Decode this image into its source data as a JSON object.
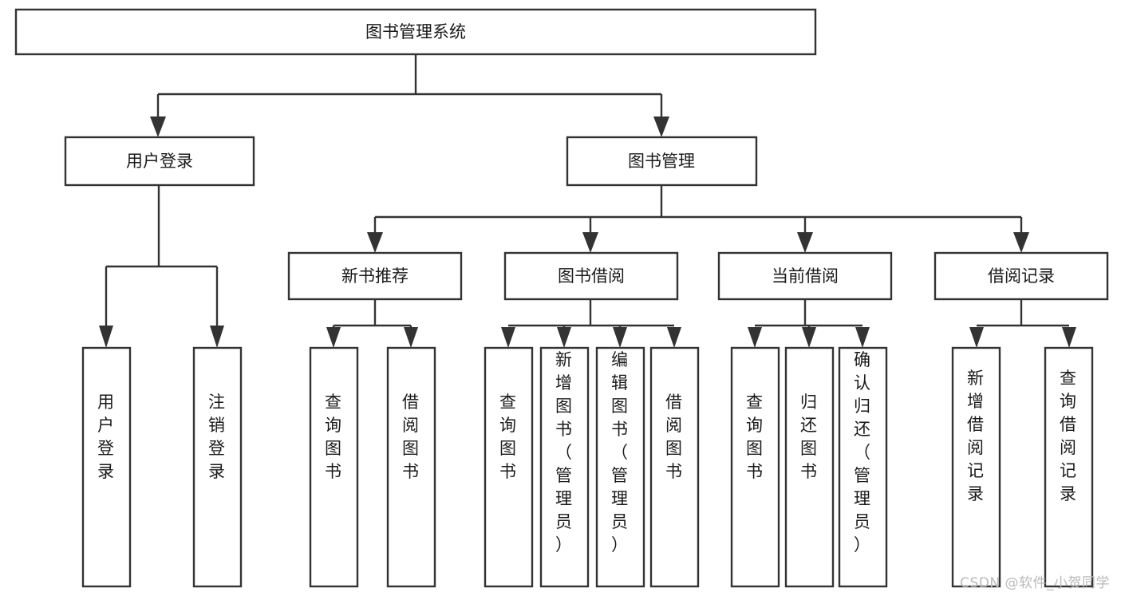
{
  "diagram": {
    "type": "tree-hierarchy",
    "title": "图书管理系统",
    "watermark": "CSDN @软件_小贺同学",
    "colors": {
      "stroke": "#333333",
      "fill": "#ffffff",
      "text": "#1a1a1a",
      "watermark": "#b9b9b9"
    },
    "nodes": {
      "root": {
        "label": "图书管理系统",
        "orientation": "horizontal"
      },
      "level1": [
        {
          "id": "user-login",
          "label": "用户登录",
          "orientation": "horizontal"
        },
        {
          "id": "book-manage",
          "label": "图书管理",
          "orientation": "horizontal"
        }
      ],
      "level2": [
        {
          "id": "new-book-recommend",
          "label": "新书推荐",
          "orientation": "horizontal"
        },
        {
          "id": "book-borrow",
          "label": "图书借阅",
          "orientation": "horizontal"
        },
        {
          "id": "current-borrow",
          "label": "当前借阅",
          "orientation": "horizontal"
        },
        {
          "id": "borrow-record",
          "label": "借阅记录",
          "orientation": "horizontal"
        }
      ],
      "leaves": [
        {
          "id": "leaf-user-login",
          "label": "用户登录",
          "parent": "user-login",
          "orientation": "vertical"
        },
        {
          "id": "leaf-logout-login",
          "label": "注销登录",
          "parent": "user-login",
          "orientation": "vertical"
        },
        {
          "id": "leaf-query-book-1",
          "label": "查询图书",
          "parent": "new-book-recommend",
          "orientation": "vertical"
        },
        {
          "id": "leaf-borrow-book-1",
          "label": "借阅图书",
          "parent": "new-book-recommend",
          "orientation": "vertical"
        },
        {
          "id": "leaf-query-book-2",
          "label": "查询图书",
          "parent": "book-borrow",
          "orientation": "vertical"
        },
        {
          "id": "leaf-add-book",
          "label": "新增图书（管理员）",
          "parent": "book-borrow",
          "orientation": "vertical"
        },
        {
          "id": "leaf-edit-book",
          "label": "编辑图书（管理员）",
          "parent": "book-borrow",
          "orientation": "vertical"
        },
        {
          "id": "leaf-borrow-book-2",
          "label": "借阅图书",
          "parent": "book-borrow",
          "orientation": "vertical"
        },
        {
          "id": "leaf-query-book-3",
          "label": "查询图书",
          "parent": "current-borrow",
          "orientation": "vertical"
        },
        {
          "id": "leaf-return-book",
          "label": "归还图书",
          "parent": "current-borrow",
          "orientation": "vertical"
        },
        {
          "id": "leaf-confirm-return",
          "label": "确认归还（管理员）",
          "parent": "current-borrow",
          "orientation": "vertical"
        },
        {
          "id": "leaf-add-record",
          "label": "新增借阅记录",
          "parent": "borrow-record",
          "orientation": "vertical"
        },
        {
          "id": "leaf-query-record",
          "label": "查询借阅记录",
          "parent": "borrow-record",
          "orientation": "vertical"
        }
      ]
    }
  }
}
